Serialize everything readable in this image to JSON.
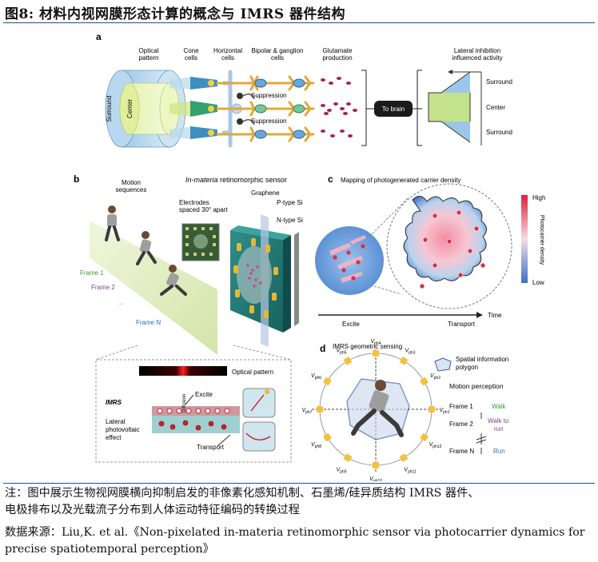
{
  "figure": {
    "title": "图8:  材料内视网膜形态计算的概念与 IMRS 器件结构"
  },
  "panel_a": {
    "label": "a",
    "headers": {
      "optical_pattern_1": "Optical",
      "optical_pattern_2": "pattern",
      "cone_1": "Cone",
      "cone_2": "cells",
      "horizontal_1": "Horizontal",
      "horizontal_2": "cells",
      "bipolar_1": "Bipolar & ganglion",
      "bipolar_2": "cells",
      "glutamate_1": "Glutamate",
      "glutamate_2": "production",
      "lateral_1": "Lateral inhibition",
      "lateral_2": "influenced activity"
    },
    "surround": "Surround",
    "center": "Center",
    "suppression": "Suppression",
    "to_brain": "To brain",
    "activity_labels": [
      "Surround",
      "Center",
      "Surround"
    ]
  },
  "panel_b": {
    "label": "b",
    "motion_1": "Motion",
    "motion_2": "sequences",
    "sensor_title_italic": "In-materia",
    "sensor_title_rest": " retinomorphic sensor",
    "electrodes_1": "Electrodes",
    "electrodes_2": "spaced 30° apart",
    "graphene": "Graphene",
    "p_type": "P-type Si",
    "n_type": "N-type Si",
    "frame1": "Frame 1",
    "frame2": "Frame 2",
    "frameN": "Frame N",
    "optical_pattern": "Optical pattern",
    "imrs": "IMRS",
    "excite": "Excite",
    "lateral_1": "Lateral",
    "lateral_2": "photovoltaic",
    "lateral_3": "effect",
    "diffusion": "Diffusion",
    "transport": "Transport"
  },
  "panel_c": {
    "label": "c",
    "title": "Mapping of photogenerated carrier density",
    "high": "High",
    "low": "Low",
    "colorbar_label": "Photocarrier density",
    "excite": "Excite",
    "transport": "Transport",
    "time": "Time"
  },
  "panel_d": {
    "label": "d",
    "title": "IMRS geometric sensing",
    "legend_1": "Spatial information",
    "legend_2": "polygon",
    "motion_perception": "Motion perception",
    "rows": [
      {
        "frame": "Frame 1",
        "action": "Walk",
        "color": "#3a9a3a"
      },
      {
        "frame": "Frame 2",
        "action_1": "Walk to",
        "action_2": "run",
        "color": "#7b3fa0"
      },
      {
        "frame": "Frame N",
        "action": "Run",
        "color": "#2d6db5"
      }
    ],
    "vph": [
      "ph1",
      "ph2",
      "ph3",
      "ph4",
      "ph5",
      "ph6",
      "ph7",
      "ph8",
      "ph9",
      "ph10",
      "ph11",
      "ph12"
    ]
  },
  "notes": {
    "note_1": "注：图中展示生物视网膜横向抑制启发的非像素化感知机制、石墨烯/硅异质结构 IMRS 器件、",
    "note_2": "电极排布以及光载流子分布到人体运动特征编码的转换过程",
    "source_1": "数据来源：Liu,K. et al.《Non-pixelated in-materia retinomorphic sensor via photocarrier dynamics for",
    "source_2": "precise spatiotemporal perception》"
  },
  "colors": {
    "rule": "#1a4f9c",
    "accent_red": "#d2233b",
    "retina_green": "#3a9d6d",
    "retina_blue": "#4a86b8",
    "sensor_teal": "#1f7a78"
  }
}
